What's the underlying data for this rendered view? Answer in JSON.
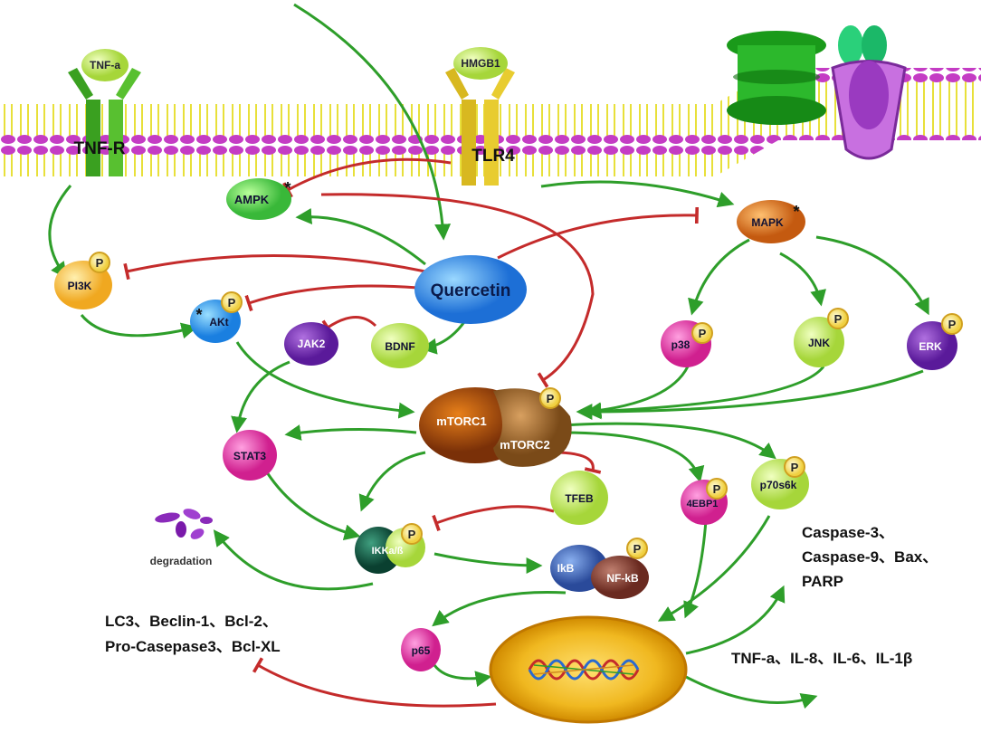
{
  "colors": {
    "activation": "#2e9e2a",
    "inhibition": "#c42b2b"
  },
  "membrane": {
    "tnf_receptor": "TNF-R",
    "tnf_ligand": "TNF-a",
    "tlr4": "TLR4",
    "hmgb1": "HMGB1"
  },
  "nodes": {
    "ampk": "AMPK",
    "pi3k": "PI3K",
    "akt": "AKt",
    "jak2": "JAK2",
    "bdnf": "BDNF",
    "quercetin": "Quercetin",
    "mapk": "MAPK",
    "p38": "p38",
    "jnk": "JNK",
    "erk": "ERK",
    "mtorc1": "mTORC1",
    "mtorc2": "mTORC2",
    "stat3": "STAT3",
    "tfeb": "TFEB",
    "ebp1": "4EBP1",
    "p70s6k": "p70s6k",
    "ikk": "IKKa/ß",
    "ikb": "IkB",
    "nfkb": "NF-kB",
    "p65": "p65",
    "degradation": "degradation"
  },
  "phospho_mark": "P",
  "star_mark": "*",
  "outputs": {
    "apoptosis_line1": "Caspase-3、",
    "apoptosis_line2": "Caspase-9、Bax、",
    "apoptosis_line3": "PARP",
    "cytokines": "TNF-a、IL-8、IL-6、IL-1β",
    "autophagy_line1": "LC3、Beclin-1、Bcl-2、",
    "autophagy_line2": "Pro-Casepase3、Bcl-XL"
  }
}
